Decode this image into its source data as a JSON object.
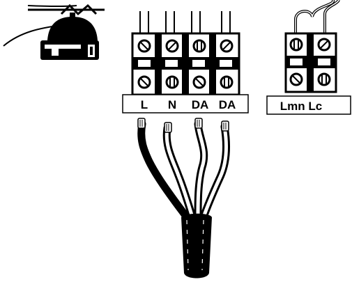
{
  "terminal_block_main": {
    "labels": [
      "L",
      "N",
      "DA",
      "DA"
    ]
  },
  "terminal_block_lamp": {
    "label": "Lmn Lc"
  },
  "icons": {
    "device": "bell-device-icon",
    "cable": "multicore-cable-icon",
    "screw": "screw-terminal-icon"
  },
  "colors": {
    "ink": "#000000",
    "paper": "#ffffff"
  }
}
